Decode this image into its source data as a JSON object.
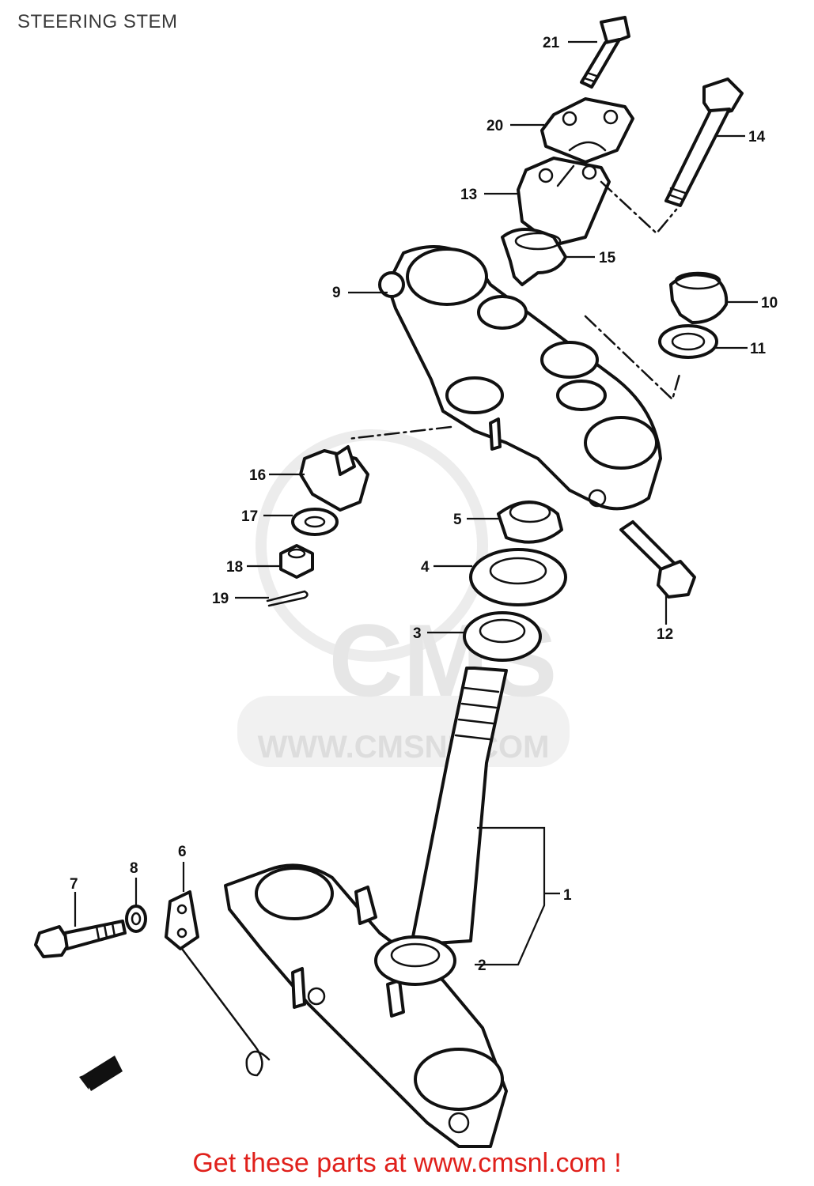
{
  "page": {
    "title": "STEERING STEM",
    "footer": "Get these parts at www.cmsnl.com !"
  },
  "watermark": {
    "logo_text": "CMS",
    "url_text": "WWW.CMSNL.COM"
  },
  "callouts": [
    "1",
    "2",
    "3",
    "4",
    "5",
    "6",
    "7",
    "8",
    "9",
    "10",
    "11",
    "12",
    "13",
    "14",
    "15",
    "16",
    "17",
    "18",
    "19",
    "20",
    "21"
  ],
  "colors": {
    "line": "#111111",
    "title": "#3a3a3a",
    "footer": "#e0201b",
    "watermark": "#e6e6e6"
  }
}
